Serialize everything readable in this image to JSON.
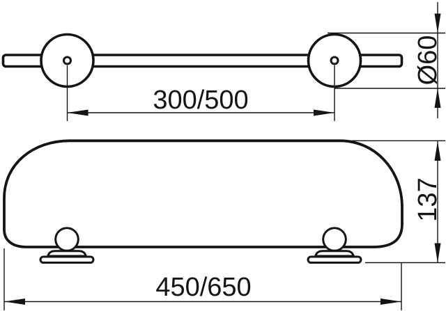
{
  "colors": {
    "line": "#141414",
    "background": "#ffffff"
  },
  "drawing": {
    "type": "technical-dimension-drawing",
    "subject": "wall-mounted shelf with mounting posts, top view and front view",
    "dimensions": {
      "mount_spacing": {
        "label": "300/500",
        "orientation": "horizontal"
      },
      "post_diameter": {
        "label": "Ø60",
        "orientation": "vertical-rotated"
      },
      "shelf_height": {
        "label": "137",
        "orientation": "vertical-rotated"
      },
      "shelf_width": {
        "label": "450/650",
        "orientation": "horizontal"
      }
    }
  }
}
